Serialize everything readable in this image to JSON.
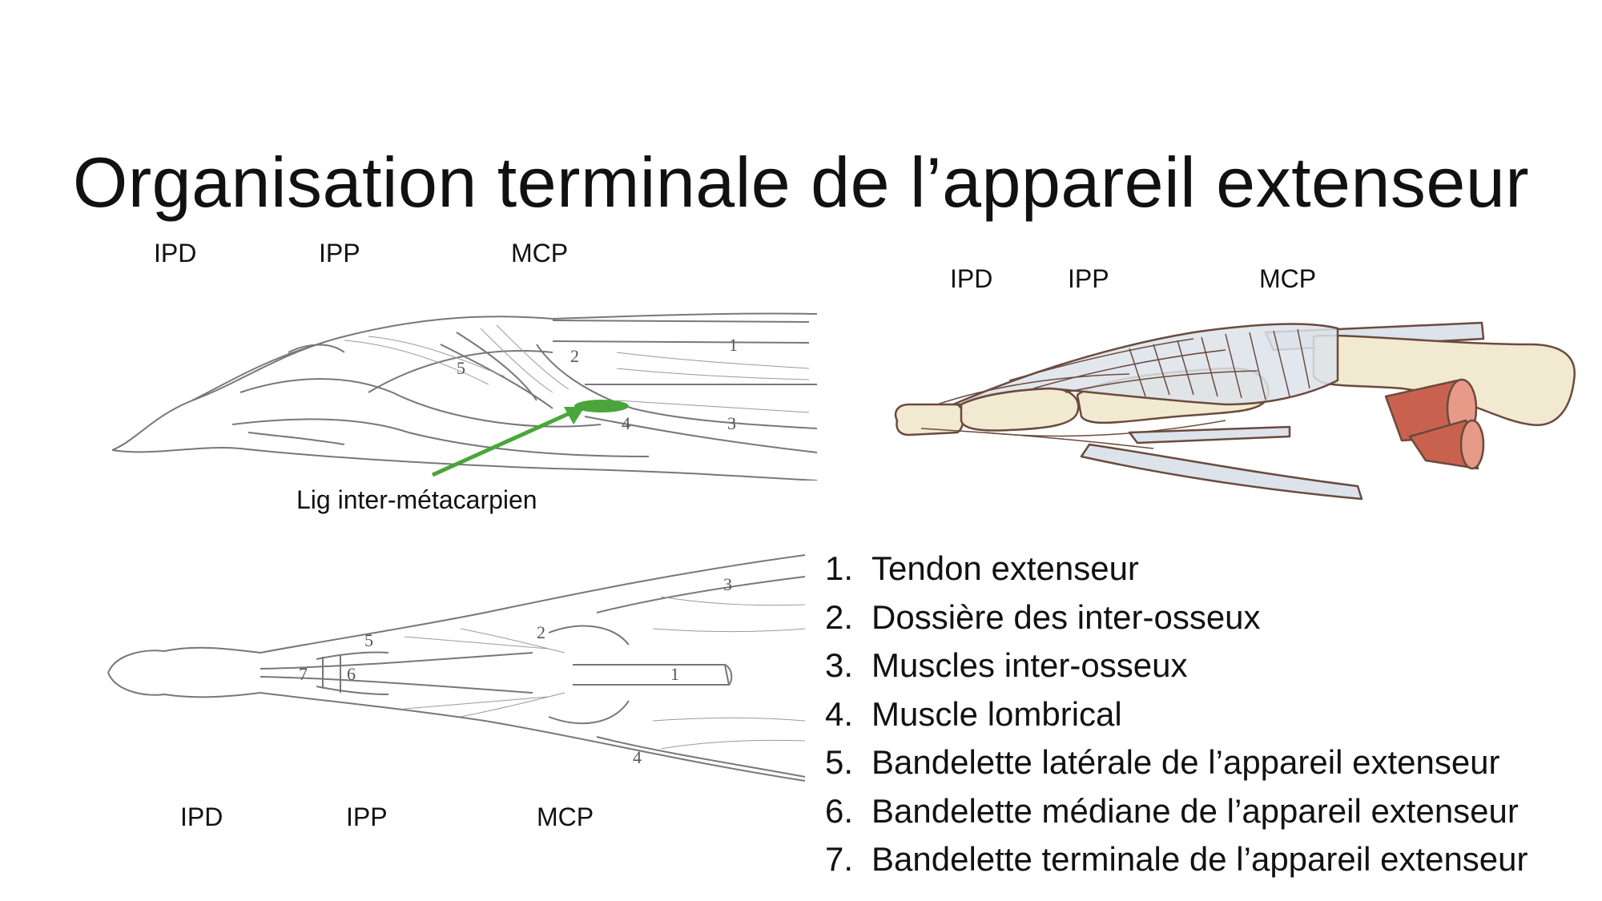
{
  "title": "Organisation terminale de l’appareil extenseur",
  "top_left_labels": [
    "IPD",
    "IPP",
    "MCP"
  ],
  "bottom_left_labels": [
    "IPD",
    "IPP",
    "MCP"
  ],
  "right_labels": [
    "IPD",
    "IPP",
    "MCP"
  ],
  "annotation": "Lig inter-métacarpien",
  "drawing_numbers_top": [
    "1",
    "2",
    "3",
    "4",
    "5"
  ],
  "drawing_numbers_bottom": [
    "1",
    "2",
    "3",
    "4",
    "5",
    "6",
    "7"
  ],
  "colors": {
    "annotation_arrow": "#4aa63a",
    "bone": "#f2ead0",
    "tendon": "#dde3ea",
    "muscle": "#c8624f",
    "outline": "#6b4a3e"
  },
  "legend": [
    {
      "num": "1.",
      "text": "Tendon extenseur"
    },
    {
      "num": "2.",
      "text": "Dossière des inter-osseux"
    },
    {
      "num": "3.",
      "text": "Muscles inter-osseux"
    },
    {
      "num": "4.",
      "text": "Muscle lombrical"
    },
    {
      "num": "5.",
      "text": "Bandelette latérale de l’appareil extenseur"
    },
    {
      "num": "6.",
      "text": "Bandelette médiane de l’appareil extenseur"
    },
    {
      "num": "7.",
      "text": "Bandelette terminale de l’appareil extenseur"
    }
  ]
}
